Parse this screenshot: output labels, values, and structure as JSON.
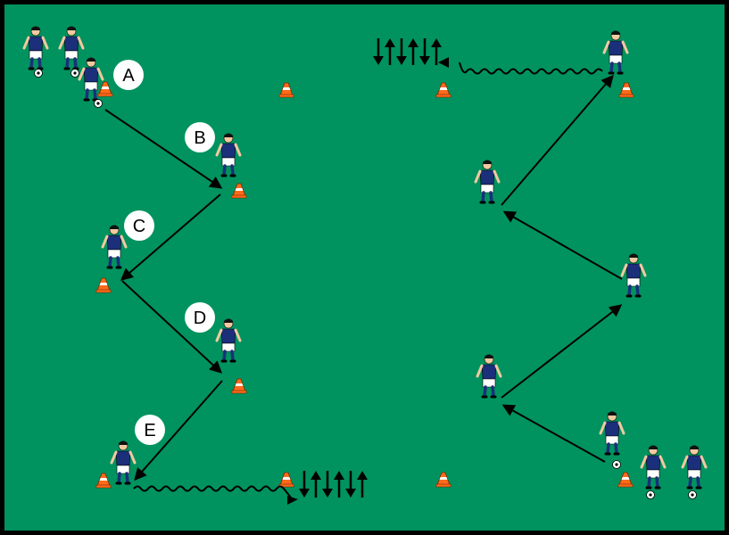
{
  "colors": {
    "field": "#00935f",
    "border": "#000000",
    "shirt": "#1b2f7a",
    "shorts": "#ffffff",
    "skin": "#f2c9a0",
    "cone": "#ff6a1a",
    "label_bg": "#ffffff",
    "arrow": "#000000"
  },
  "stations": [
    {
      "letter": "A"
    },
    {
      "letter": "B"
    },
    {
      "letter": "C"
    },
    {
      "letter": "D"
    },
    {
      "letter": "E"
    }
  ],
  "icons": [
    "soccer-player-icon",
    "cone-icon",
    "ball-icon",
    "up-down-arrows-icon"
  ]
}
